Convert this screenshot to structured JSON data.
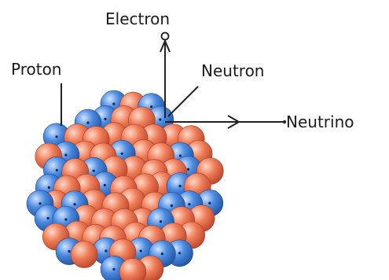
{
  "labels": {
    "electron": "Electron",
    "proton": "Proton",
    "neutron": "Neutron",
    "neutrino": "Neutrino"
  },
  "colors": {
    "proton": "#3f7fd0",
    "neutron": "#e9714b",
    "line": "#222222",
    "background": "#ffffff"
  }
}
